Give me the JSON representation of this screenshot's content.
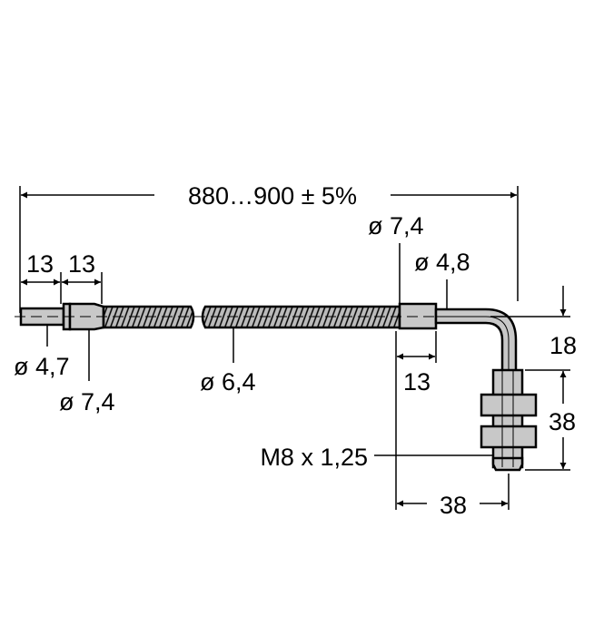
{
  "dimensions": {
    "overall_length": "880…900 ± 5%",
    "left_stub_length": "13",
    "left_ferrule_length": "13",
    "right_ferrule_length": "13",
    "bend_height": "18",
    "thread_length": "38",
    "bend_width": "38"
  },
  "diameters": {
    "left_stub": "ø 4,7",
    "left_ferrule": "ø 7,4",
    "cable": "ø 6,4",
    "right_ferrule": "ø 7,4",
    "tube": "ø 4,8"
  },
  "thread": "M8 x 1,25"
}
